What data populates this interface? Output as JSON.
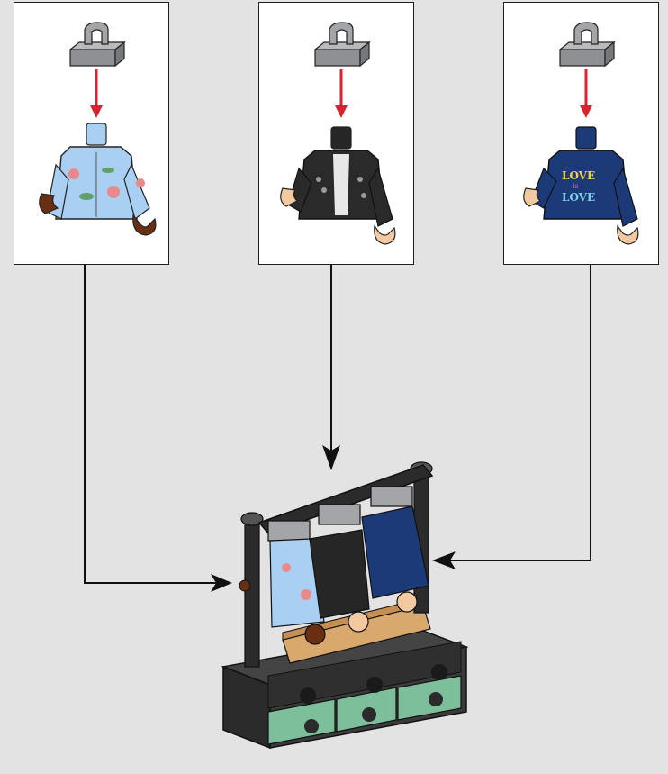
{
  "steps": [
    {
      "part": "clip-plate",
      "torso": "floral-shirt-torso",
      "torso_color": "#a9cff2",
      "hand_color": "#6a2f12"
    },
    {
      "part": "clip-plate",
      "torso": "leather-jacket-torso",
      "torso_color": "#262626",
      "hand_color": "#f2c9a0"
    },
    {
      "part": "clip-plate",
      "torso": "love-is-love-torso",
      "torso_color": "#1c3a78",
      "hand_color": "#f2c9a0",
      "print_text": [
        "LOVE",
        "is",
        "LOVE"
      ]
    }
  ],
  "colors": {
    "background": "#e3e3e3",
    "panel": "#ffffff",
    "insert_arrow": "#d9232e",
    "callout_line": "#111111",
    "plate": "#a3a5a8",
    "rack_base": "#2b2b2b",
    "drawer_green": "#7dbf9b",
    "tan_tile": "#d9a86c"
  }
}
